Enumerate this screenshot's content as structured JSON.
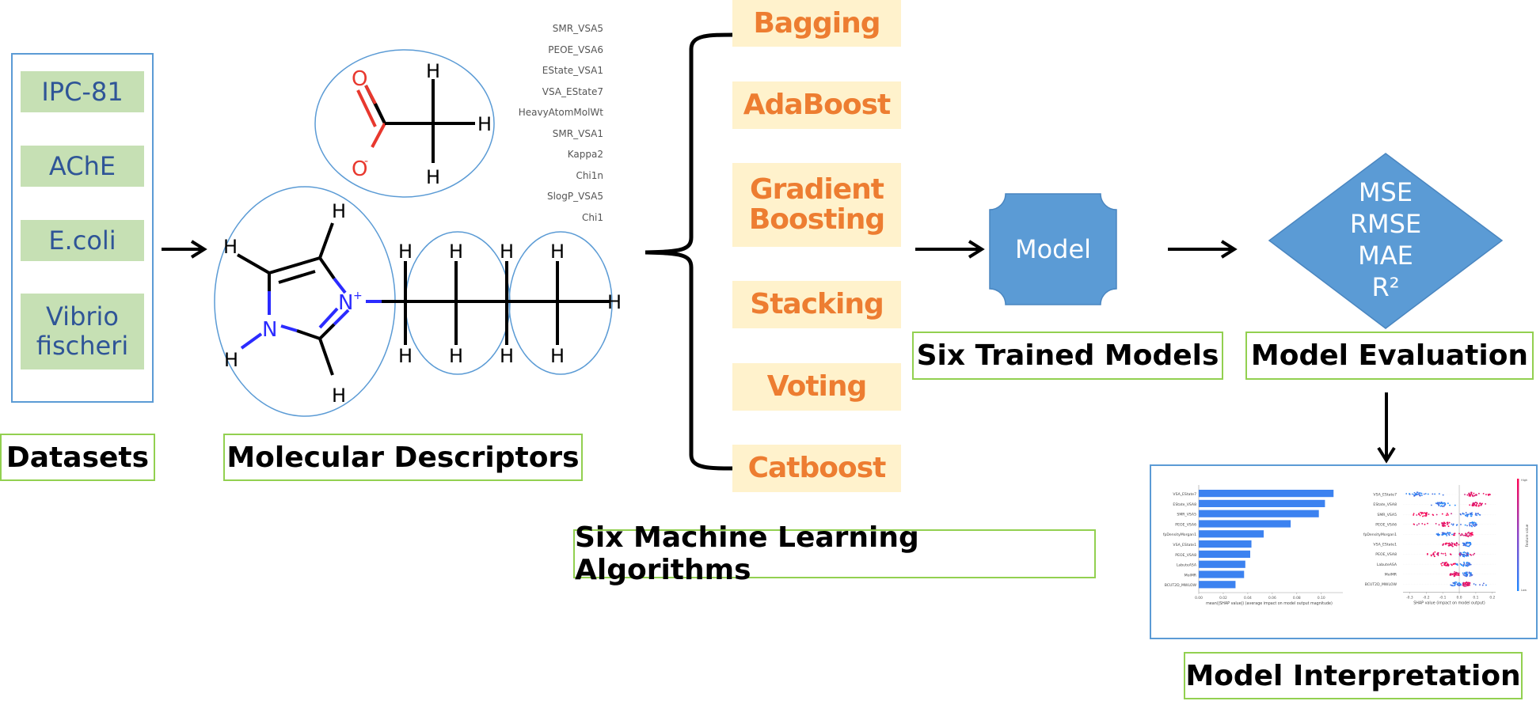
{
  "datasets": {
    "items": [
      "IPC-81",
      "AChE",
      "E.coli",
      "Vibrio\nfischeri"
    ],
    "label": "Datasets"
  },
  "descriptors": {
    "label": "Molecular Descriptors",
    "feature_names": [
      "SMR_VSA5",
      "PEOE_VSA6",
      "EState_VSA1",
      "VSA_EState7",
      "HeavyAtomMolWt",
      "SMR_VSA1",
      "Kappa2",
      "Chi1n",
      "SlogP_VSA5",
      "Chi1"
    ],
    "molecule": {
      "anion_atoms": {
        "O_double": "O",
        "O_single": "O",
        "O_charge": "-",
        "H": "H"
      },
      "cation_atoms": {
        "N_plus": "N",
        "N_plus_charge": "+",
        "N": "N",
        "H": "H"
      }
    }
  },
  "algorithms": {
    "items": [
      "Bagging",
      "AdaBoost",
      "Gradient\nBoosting",
      "Stacking",
      "Voting",
      "Catboost"
    ],
    "label": "Six Machine Learning Algorithms"
  },
  "trained_models": {
    "node_label": "Model",
    "label": "Six Trained Models"
  },
  "evaluation": {
    "metrics": [
      "MSE",
      "RMSE",
      "MAE",
      "R²"
    ],
    "label": "Model Evaluation"
  },
  "interpretation": {
    "label": "Model Interpretation"
  },
  "colors": {
    "dataset_fill": "#c6e0b4",
    "dataset_text": "#2f5597",
    "frame_blue": "#5b9bd5",
    "label_border": "#92d050",
    "algo_fill": "#fff2cc",
    "algo_text": "#ed7d31",
    "node_fill": "#5b9bd5",
    "bar_blue": "#3c82f0",
    "shap_high": "#ff0052",
    "shap_low": "#1e88ff"
  },
  "chart_data": [
    {
      "type": "bar",
      "orientation": "horizontal",
      "title": "",
      "categories": [
        "VSA_EState7",
        "EState_VSA8",
        "SMR_VSA5",
        "PEOE_VSA6",
        "fpDensityMorgan1",
        "VSA_EState1",
        "PEOE_VSA8",
        "LabuteASA",
        "MolMR",
        "BCUT2D_MWLOW"
      ],
      "values": [
        0.11,
        0.103,
        0.098,
        0.075,
        0.053,
        0.043,
        0.042,
        0.038,
        0.037,
        0.03
      ],
      "xlabel": "mean(|SHAP value|) (average impact on model output magnitude)",
      "ylabel": "",
      "xlim": [
        0,
        0.115
      ],
      "xticks": [
        "0.00",
        "0.02",
        "0.04",
        "0.06",
        "0.08",
        "0.10"
      ],
      "xtick_values": [
        0,
        0.02,
        0.04,
        0.06,
        0.08,
        0.1
      ],
      "grid": false
    },
    {
      "type": "scatter",
      "subtype": "shap-beeswarm",
      "title": "",
      "categories": [
        "VSA_EState7",
        "EState_VSA8",
        "SMR_VSA5",
        "PEOE_VSA6",
        "fpDensityMorgan1",
        "VSA_EState1",
        "PEOE_VSA8",
        "LabuteASA",
        "MolMR",
        "BCUT2D_MWLOW"
      ],
      "series": [
        {
          "name": "VSA_EState7",
          "low_range": [
            -0.32,
            -0.08
          ],
          "high_range": [
            0.03,
            0.19
          ],
          "high_center": 0.08,
          "low_center": -0.25
        },
        {
          "name": "EState_VSA8",
          "low_range": [
            -0.17,
            -0.02
          ],
          "high_range": [
            0.06,
            0.16
          ],
          "high_center": 0.1,
          "low_center": -0.11
        },
        {
          "name": "SMR_VSA5",
          "low_range": [
            -0.01,
            0.16
          ],
          "high_range": [
            -0.28,
            -0.03
          ],
          "high_center": -0.22,
          "low_center": 0.06
        },
        {
          "name": "PEOE_VSA6",
          "low_range": [
            -0.05,
            0.13
          ],
          "high_range": [
            -0.28,
            -0.05
          ],
          "high_center": -0.08,
          "low_center": 0.08
        },
        {
          "name": "fpDensityMorgan1",
          "low_range": [
            -0.15,
            0.0
          ],
          "high_range": [
            -0.05,
            0.08
          ],
          "high_center": 0.06,
          "low_center": -0.08
        },
        {
          "name": "VSA_EState1",
          "low_range": [
            0.02,
            0.07
          ],
          "high_range": [
            -0.1,
            0.0
          ],
          "high_center": -0.04,
          "low_center": 0.05
        },
        {
          "name": "PEOE_VSA8",
          "low_range": [
            0.0,
            0.06
          ],
          "high_range": [
            -0.24,
            0.1
          ],
          "high_center": -0.15,
          "low_center": 0.03
        },
        {
          "name": "LabuteASA",
          "low_range": [
            -0.03,
            0.08
          ],
          "high_range": [
            -0.11,
            -0.02
          ],
          "high_center": -0.08,
          "low_center": 0.04
        },
        {
          "name": "MolMR",
          "low_range": [
            0.02,
            0.08
          ],
          "high_range": [
            -0.06,
            0.0
          ],
          "high_center": -0.03,
          "low_center": 0.05
        },
        {
          "name": "BCUT2D_MWLOW",
          "low_range": [
            -0.06,
            0.17
          ],
          "high_range": [
            0.02,
            0.06
          ],
          "high_center": 0.04,
          "low_center": -0.02
        }
      ],
      "xlabel": "SHAP value (impact on model output)",
      "ylabel": "",
      "xlim": [
        -0.34,
        0.22
      ],
      "xticks": [
        "-0.3",
        "-0.2",
        "-0.1",
        "0.0",
        "0.1",
        "0.2"
      ],
      "xtick_values": [
        -0.3,
        -0.2,
        -0.1,
        0.0,
        0.1,
        0.2
      ],
      "colorbar": {
        "label": "Feature value",
        "high": "High",
        "low": "Low"
      },
      "grid": false
    }
  ]
}
